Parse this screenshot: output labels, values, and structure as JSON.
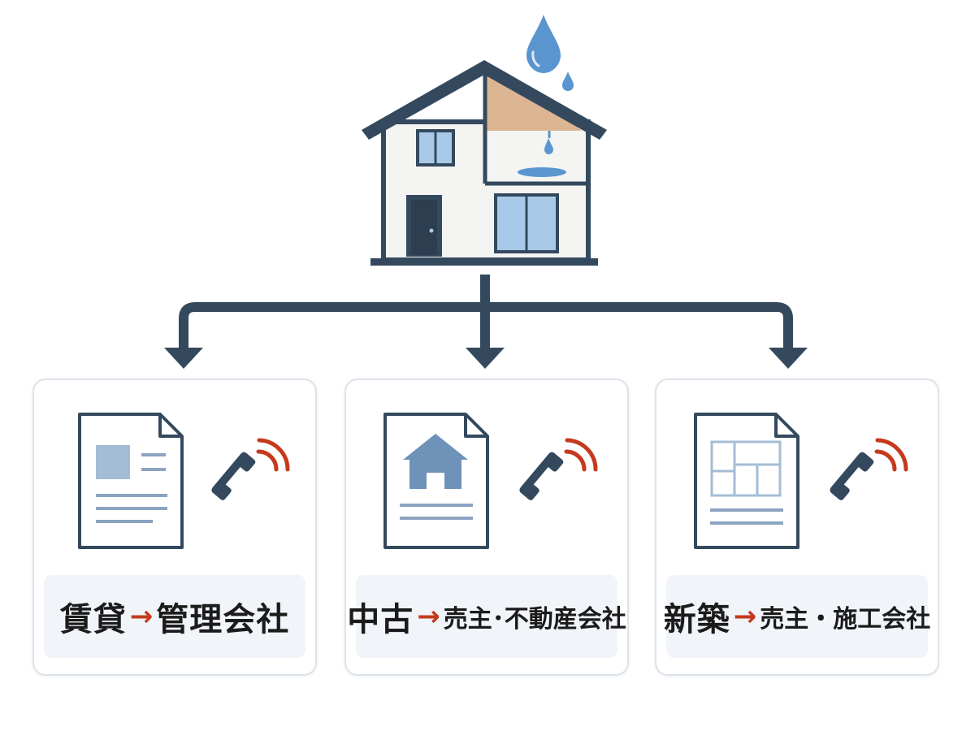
{
  "icons": {
    "top": [
      "house-icon",
      "water-drop-icon"
    ],
    "card_document": [
      "document-icon",
      "house-listing-icon",
      "floor-plan-icon"
    ],
    "card_contact": "phone-icon"
  },
  "colors": {
    "navy": "#34495e",
    "water_blue": "#5b95cf",
    "accent_red": "#c53a1c",
    "card_border": "#dde3ea",
    "label_bg": "#f1f4f8"
  },
  "cards": [
    {
      "type": "賃貸",
      "arrow": "→",
      "contact": "管理会社"
    },
    {
      "type": "中古",
      "arrow": "→",
      "contact": "売主･不動産会社"
    },
    {
      "type": "新築",
      "arrow": "→",
      "contact": "売主・施工会社"
    }
  ]
}
